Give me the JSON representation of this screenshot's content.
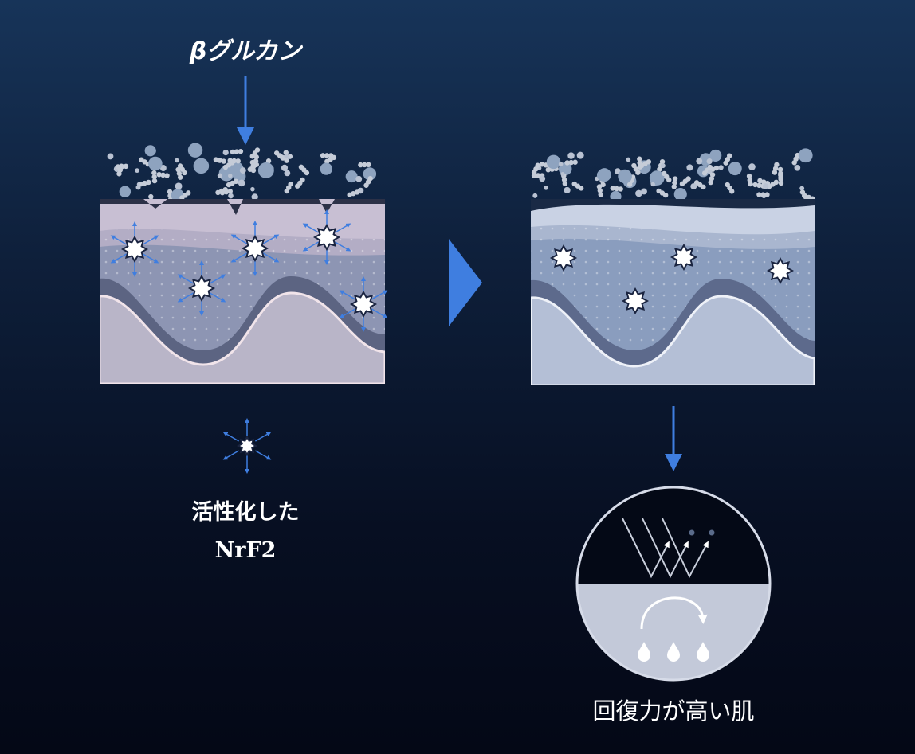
{
  "input_label": "βグルカン",
  "activated_label_line1": "活性化した",
  "activated_label_line2": "NrF2",
  "result_label": "回復力が高い肌",
  "colors": {
    "arrow": "#3f7ee0",
    "star": "#ffffff",
    "circle_bottom": "#c3c9d9"
  }
}
